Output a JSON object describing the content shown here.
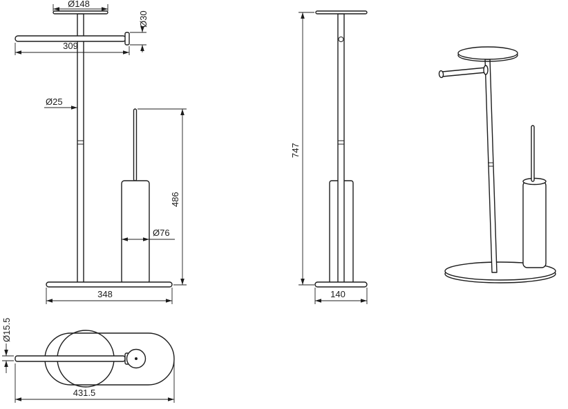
{
  "drawing_type": "technical-dimension-drawing",
  "subject": "freestanding toilet paper holder with toilet brush stand",
  "views": {
    "front": {
      "top_plate_dia": "Ø148",
      "bar_end_dia": "Ø30",
      "bar_length": "309",
      "pole_dia": "Ø25",
      "brush_assembly_height": "486",
      "brush_cup_dia": "Ø76",
      "base_width": "348"
    },
    "side": {
      "overall_height": "747",
      "base_depth": "140"
    },
    "top": {
      "bar_tube_dia": "Ø15.5",
      "overall_length": "431.5"
    }
  },
  "colors": {
    "line": "#1c1c1c",
    "background": "#ffffff"
  }
}
